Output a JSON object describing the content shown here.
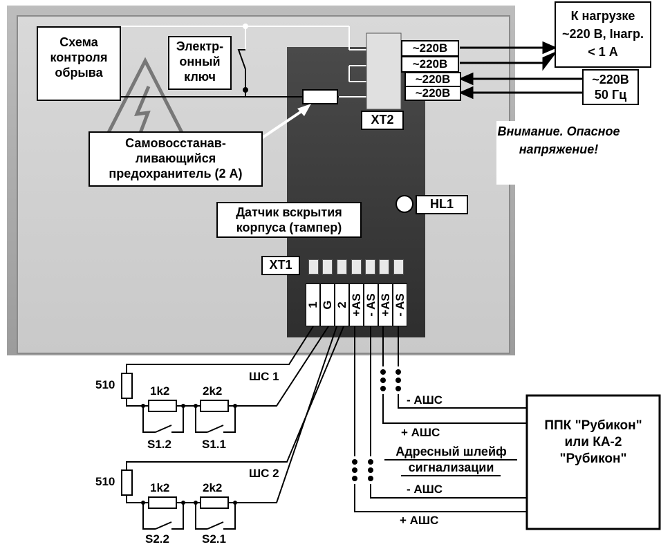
{
  "labels": {
    "break_control": "Схема контроля обрыва",
    "electronic_key": "Электр- онный ключ",
    "fuse": "Самовосстанав- ливающийся предохранитель (2 А)",
    "tamper": "Датчик вскрытия корпуса (тампер)",
    "xt2": "ХТ2",
    "xt1": "ХТ1",
    "hl1": "HL1",
    "load": "К нагрузке ~220 В, Iнагр. < 1 А",
    "mains": "~220В 50 Гц",
    "warning": "Внимание. Опасное напряжение!",
    "ppk": "ППК \"Рубикон\" или КА-2 \"Рубикон\""
  },
  "xt2_terminals": [
    "~220В",
    "~220В",
    "~220В",
    "~220В"
  ],
  "xt1_terminals": [
    "1",
    "G",
    "2",
    "+AS",
    "- AS",
    "+AS",
    "- AS"
  ],
  "loop1": {
    "name": "ШС 1",
    "r_end": "510",
    "r1": "1k2",
    "r2": "2k2",
    "s_a": "S1.2",
    "s_b": "S1.1"
  },
  "loop2": {
    "name": "ШС 2",
    "r_end": "510",
    "r1": "1k2",
    "r2": "2k2",
    "s_a": "S2.2",
    "s_b": "S2.1"
  },
  "addr_loop": {
    "title": "Адресный шлейф сигнализации",
    "minus_top": "- АШС",
    "plus_top": "+ АШС",
    "minus_bottom": "- АШС",
    "plus_bottom": "+ АШС"
  }
}
